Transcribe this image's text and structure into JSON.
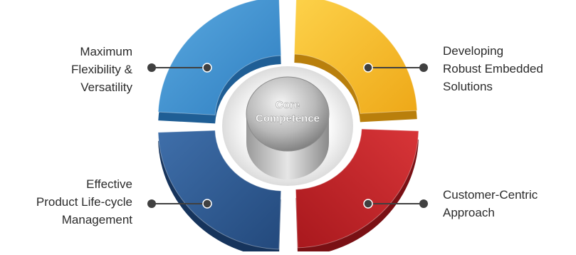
{
  "diagram": {
    "center": {
      "lines": [
        "Core",
        "Competence"
      ]
    },
    "segments": [
      {
        "id": "top-left",
        "lines": [
          "Maximum",
          "Flexibility &",
          "Versatility"
        ],
        "color": "#3d8fcf"
      },
      {
        "id": "top-right",
        "lines": [
          "Developing",
          "Robust Embedded",
          "Solutions"
        ],
        "color": "#f2b521"
      },
      {
        "id": "bottom-right",
        "lines": [
          "Customer-Centric",
          "Approach"
        ],
        "color": "#c22227"
      },
      {
        "id": "bottom-left",
        "lines": [
          "Effective",
          "Product Life-cycle",
          "Management"
        ],
        "color": "#2f5c95"
      }
    ],
    "connector_color": "#404040"
  }
}
